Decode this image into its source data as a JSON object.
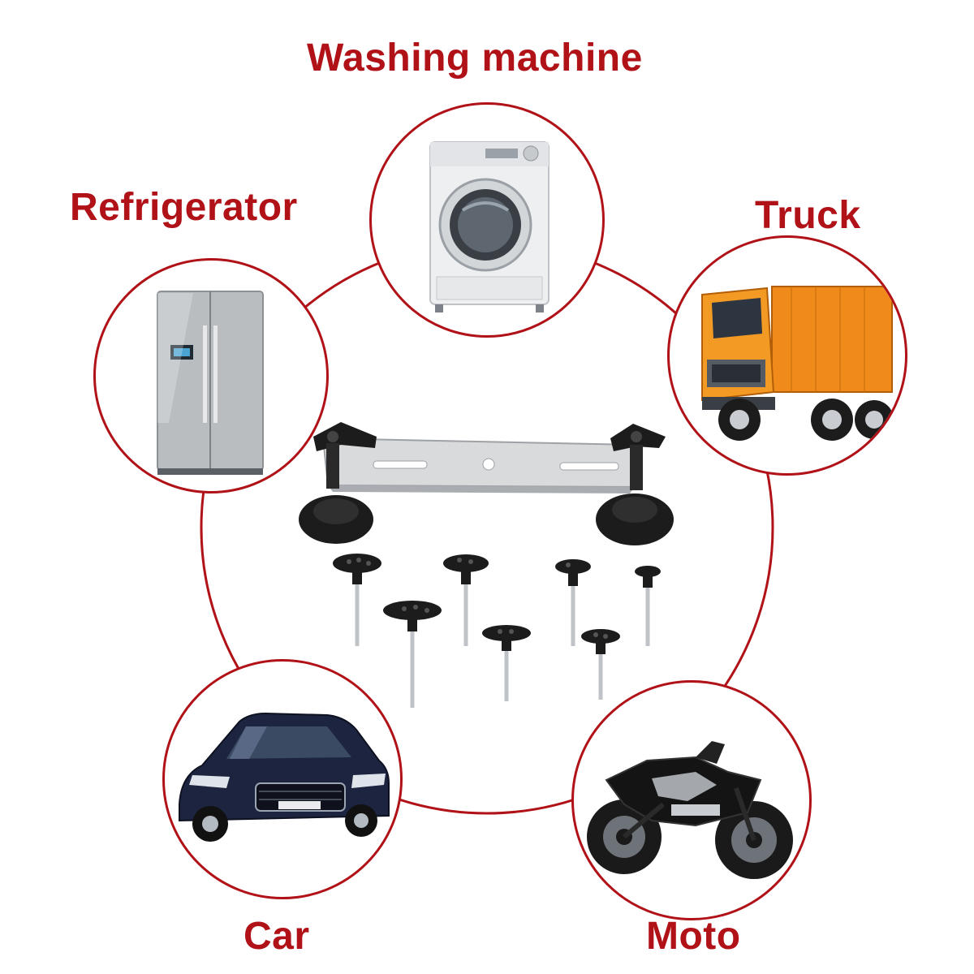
{
  "labels": {
    "washing_machine": "Washing machine",
    "refrigerator": "Refrigerator",
    "truck": "Truck",
    "car": "Car",
    "moto": "Moto"
  },
  "colors": {
    "accent": "#b01218",
    "tool_black": "#1c1c1c",
    "bar_silver": "#d8dadc",
    "truck_orange": "#f08a1a",
    "car_blue": "#1d2440",
    "fridge_silver": "#b9bdc0"
  },
  "icons": [
    "washing-machine-illustration",
    "refrigerator-illustration",
    "truck-illustration",
    "car-illustration",
    "motorcycle-illustration",
    "dent-puller-bridge-illustration"
  ]
}
